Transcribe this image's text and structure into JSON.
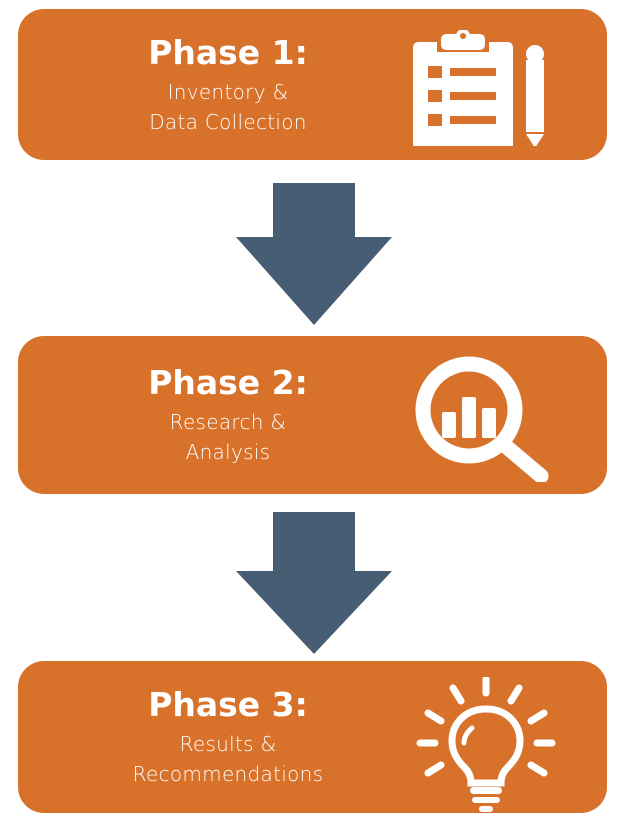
{
  "colors": {
    "box": "#d8712a",
    "arrow": "#475d73",
    "text": "#ffffff"
  },
  "phases": [
    {
      "title": "Phase 1:",
      "line1": "Inventory &",
      "line2": "Data Collection",
      "icon": "clipboard-pencil-icon"
    },
    {
      "title": "Phase 2:",
      "line1": "Research &",
      "line2": "Analysis",
      "icon": "magnifier-chart-icon"
    },
    {
      "title": "Phase 3:",
      "line1": "Results &",
      "line2": "Recommendations",
      "icon": "lightbulb-icon"
    }
  ]
}
